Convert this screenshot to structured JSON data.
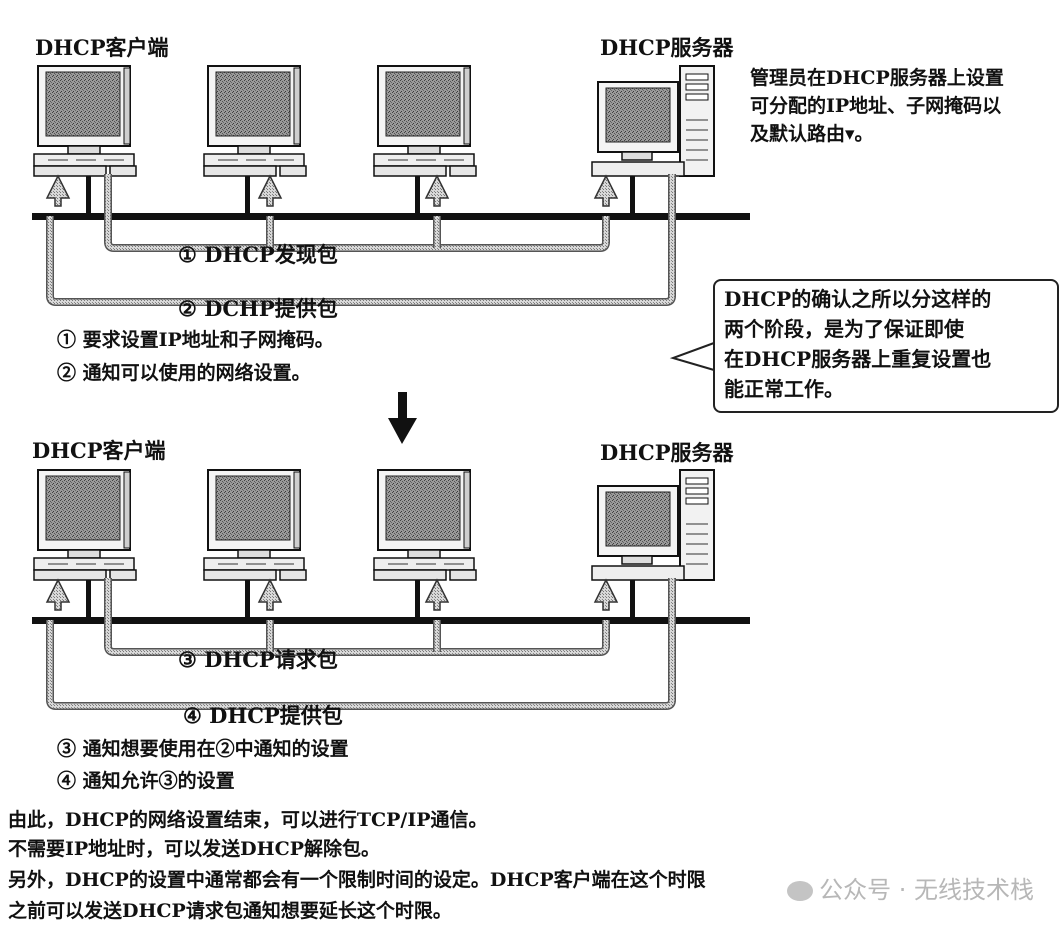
{
  "top": {
    "client_label": "DHCP客户端",
    "server_label": "DHCP服务器",
    "admin_note": [
      "管理员在DHCP服务器上设置",
      "可分配的IP地址、子网掩码以",
      "及默认路由▾。"
    ],
    "msg1": "① DHCP发现包",
    "msg2": "② DCHP提供包",
    "expl1": "① 要求设置IP地址和子网掩码。",
    "expl2": "② 通知可以使用的网络设置。"
  },
  "callout": {
    "lines": [
      "DHCP的确认之所以分这样的",
      "两个阶段，是为了保证即使",
      "在DHCP服务器上重复设置也",
      "能正常工作。"
    ]
  },
  "bottom": {
    "client_label": "DHCP客户端",
    "server_label": "DHCP服务器",
    "msg3": "③ DHCP请求包",
    "msg4": "④ DHCP提供包",
    "expl3": "③ 通知想要使用在②中通知的设置",
    "expl4": "④ 通知允许③的设置"
  },
  "summary": [
    "由此，DHCP的网络设置结束，可以进行TCP/IP通信。",
    "不需要IP地址时，可以发送DHCP解除包。",
    "另外，DHCP的设置中通常都会有一个限制时间的设定。DHCP客户端在这个时限",
    "之前可以发送DHCP请求包通知想要延长这个时限。"
  ],
  "watermark": "公众号 · 无线技术栈",
  "icons": [
    "client-computer-icon",
    "server-computer-icon",
    "arrow-up-icon",
    "arrow-down-icon",
    "wechat-icon"
  ]
}
